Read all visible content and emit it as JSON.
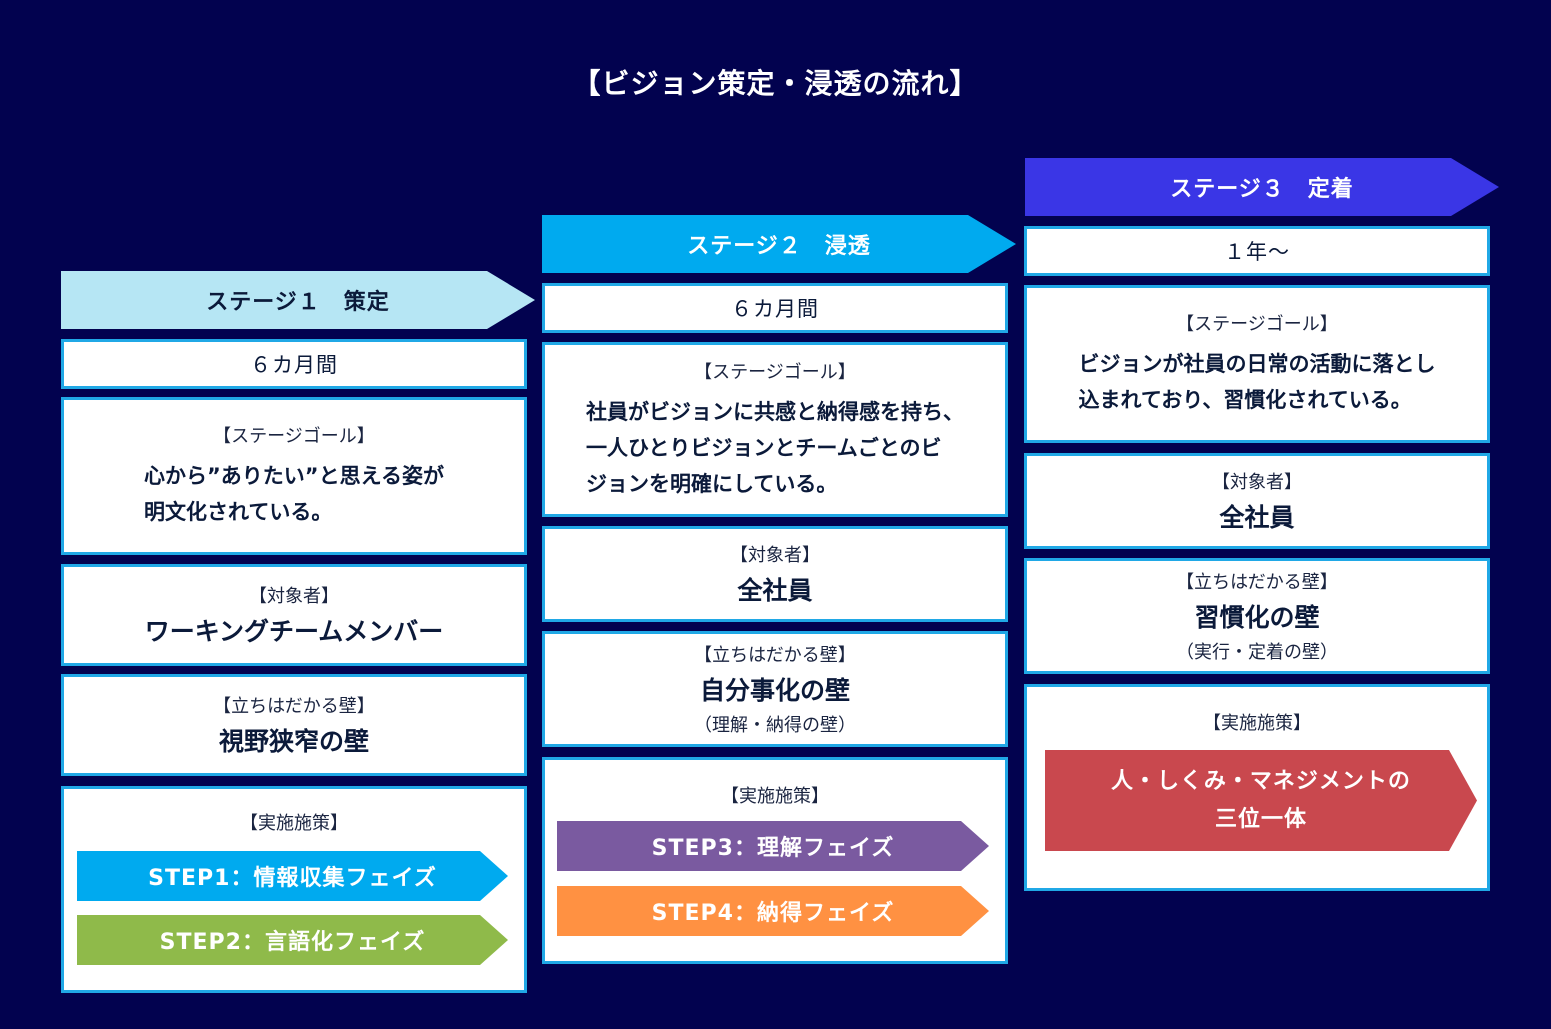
{
  "title": "【ビジョン策定・浸透の流れ】",
  "colors": {
    "background": "#02024f",
    "border": "#20a8e6",
    "stage1": "#b6e6f4",
    "stage2": "#00aaef",
    "stage3": "#3a36e6",
    "step1": "#00aaef",
    "step2": "#8fba4a",
    "step3": "#7a5aa0",
    "step4": "#ff9142",
    "stage3_measure": "#c9484e"
  },
  "stages": [
    {
      "header": "ステージ１　策定",
      "duration": "６カ月間",
      "goal_label": "【ステージゴール】",
      "goal_lines": [
        "心から”ありたい”と思える姿が",
        "明文化されている。"
      ],
      "target_label": "【対象者】",
      "target": "ワーキングチームメンバー",
      "wall_label": "【立ちはだかる壁】",
      "wall": "視野狭窄の壁",
      "measure_label": "【実施施策】",
      "steps": [
        "STEP1：情報収集フェイズ",
        "STEP2：言語化フェイズ"
      ]
    },
    {
      "header": "ステージ２　浸透",
      "duration": "６カ月間",
      "goal_label": "【ステージゴール】",
      "goal_lines": [
        "社員がビジョンに共感と納得感を持ち、",
        "一人ひとりビジョンとチームごとのビ",
        "ジョンを明確にしている。"
      ],
      "target_label": "【対象者】",
      "target": "全社員",
      "wall_label": "【立ちはだかる壁】",
      "wall": "自分事化の壁",
      "wall_sub": "（理解・納得の壁）",
      "measure_label": "【実施施策】",
      "steps": [
        "STEP3：理解フェイズ",
        "STEP4：納得フェイズ"
      ]
    },
    {
      "header": "ステージ３　定着",
      "duration": "１年〜",
      "goal_label": "【ステージゴール】",
      "goal_lines": [
        "ビジョンが社員の日常の活動に落とし",
        "込まれており、習慣化されている。"
      ],
      "target_label": "【対象者】",
      "target": "全社員",
      "wall_label": "【立ちはだかる壁】",
      "wall": "習慣化の壁",
      "wall_sub": "（実行・定着の壁）",
      "measure_label": "【実施施策】",
      "measure_lines": [
        "人・しくみ・マネジメントの",
        "三位一体"
      ]
    }
  ]
}
